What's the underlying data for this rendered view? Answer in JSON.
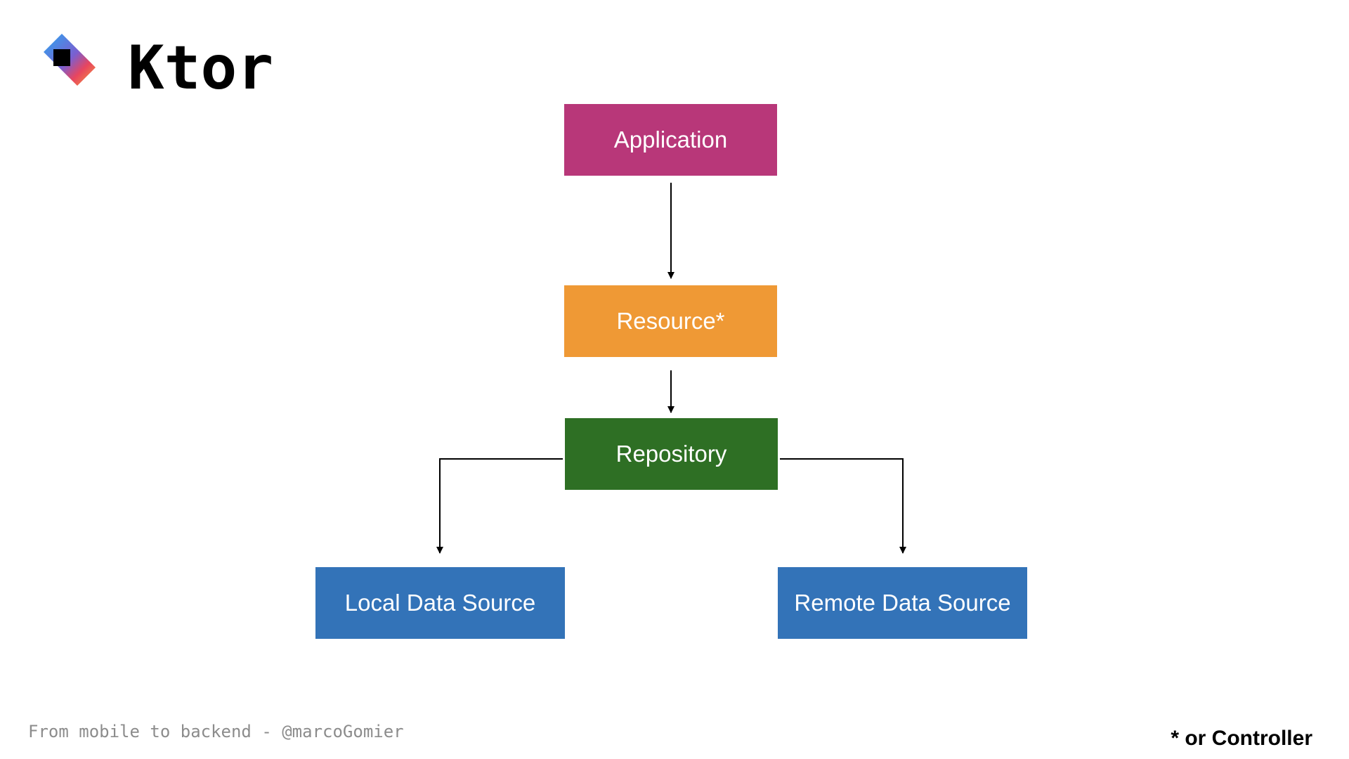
{
  "header": {
    "logo_icon": "ktor-logo-icon",
    "title": "Ktor"
  },
  "diagram": {
    "nodes": {
      "application": {
        "label": "Application",
        "color": "#b83779"
      },
      "resource": {
        "label": "Resource*",
        "color": "#ef9935"
      },
      "repository": {
        "label": "Repository",
        "color": "#2e6f24"
      },
      "local": {
        "label": "Local Data Source",
        "color": "#3373b8"
      },
      "remote": {
        "label": "Remote Data Source",
        "color": "#3373b8"
      }
    },
    "edges": [
      {
        "from": "application",
        "to": "resource"
      },
      {
        "from": "resource",
        "to": "repository"
      },
      {
        "from": "repository",
        "to": "local"
      },
      {
        "from": "repository",
        "to": "remote"
      }
    ]
  },
  "footer": {
    "text": "From mobile to backend - @marcoGomier"
  },
  "footnote": {
    "text": "* or Controller"
  }
}
